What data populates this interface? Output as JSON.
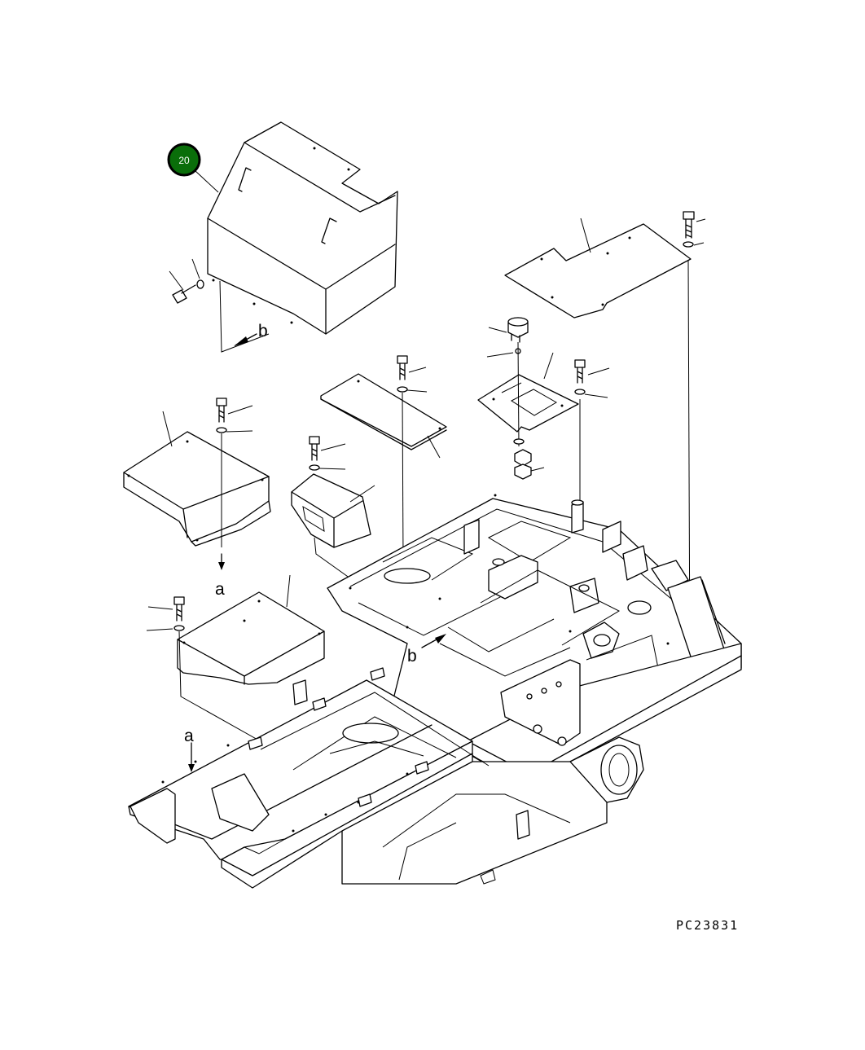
{
  "badge": {
    "number": "20",
    "color": "#0a6e0a"
  },
  "labels": {
    "b": "b",
    "a": "a"
  },
  "drawing_code": "PC23831"
}
